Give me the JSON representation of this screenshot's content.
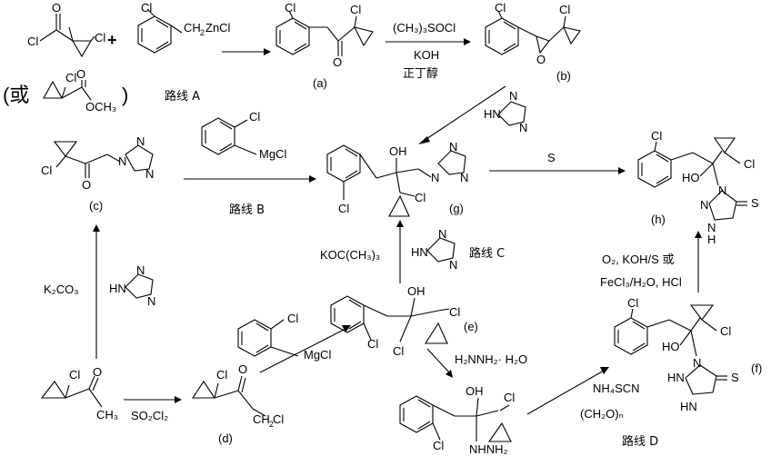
{
  "labels": {
    "a": "(a)",
    "b": "(b)",
    "c": "(c)",
    "d": "(d)",
    "e": "(e)",
    "f": "(f)",
    "g": "(g)",
    "h": "(h)"
  },
  "routes": {
    "A": "路线 A",
    "B": "路线 B",
    "C": "路线 C",
    "D": "路线 D"
  },
  "reagents": {
    "ab_1": "(CH₃)₃SOCl",
    "ab_2": "KOH",
    "ab_3": "正丁醇",
    "k2co3": "K₂CO₃",
    "so2cl2": "SO₂Cl₂",
    "koc": "KOC(CH₃)₃",
    "s": "S",
    "o2": "O₂, KOH/S 或",
    "fecl3": "FeCl₃/H₂O, HCl",
    "hydrazine": "H₂NNH₂· H₂O",
    "nh4scn": "NH₄SCN",
    "ch2o": "(CH₂O)ₙ"
  },
  "atoms": {
    "cl": "Cl",
    "o": "O",
    "oh": "OH",
    "ho": "HO",
    "s": "S",
    "n": "N",
    "hn": "HN",
    "nh": "N",
    "h": "H",
    "zncl": "ZnCl",
    "mgcl": "MgCl",
    "och3": "OCH₃",
    "ch3": "CH₃",
    "nhnh2": "NHNH₂"
  },
  "misc": {
    "or_open": "(或",
    "paren_close": ")",
    "plus": "+"
  }
}
